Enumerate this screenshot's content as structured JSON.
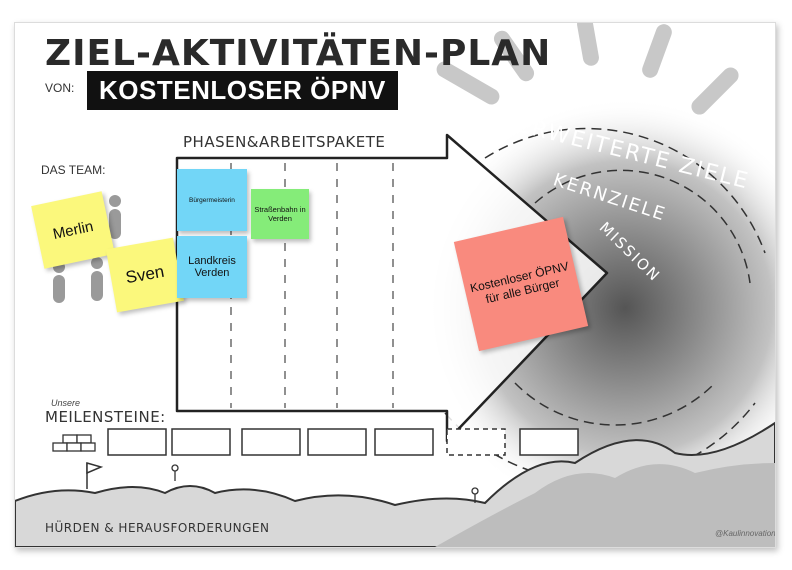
{
  "title": "ZIEL-AKTIVITÄTEN-PLAN",
  "von_label": "VON:",
  "project_name": "KOSTENLOSER ÖPNV",
  "phases_label": "PHASEN&ARBEITSPAKETE",
  "team": {
    "label": "DAS TEAM:",
    "members": [
      "Merlin",
      "Sven"
    ]
  },
  "work_packages": [
    {
      "text": "Bürgermeisterin",
      "color": "#72d6f7"
    },
    {
      "text": "Straßenbahn in Verden",
      "color": "#85ec79"
    },
    {
      "text": "Landkreis Verden",
      "color": "#72d6f7"
    }
  ],
  "goal": {
    "text": "Kostenloser ÖPNV für alle Bürger",
    "color": "#f98a7e"
  },
  "target_rings": {
    "outer": "ERWEITERTE ZIELE",
    "middle": "KERNZIELE",
    "inner": "MISSION"
  },
  "milestones": {
    "small_label": "Unsere",
    "label": "MEILENSTEINE:"
  },
  "hurdles_label": "HÜRDEN & HERAUSFORDERUNGEN",
  "credit": "@Kaulinnovationen",
  "colors": {
    "sticky_yellow": "#fbf87c",
    "sticky_blue": "#72d6f7",
    "sticky_green": "#85ec79",
    "sticky_red": "#f98a7e",
    "title_bar": "#111111"
  }
}
